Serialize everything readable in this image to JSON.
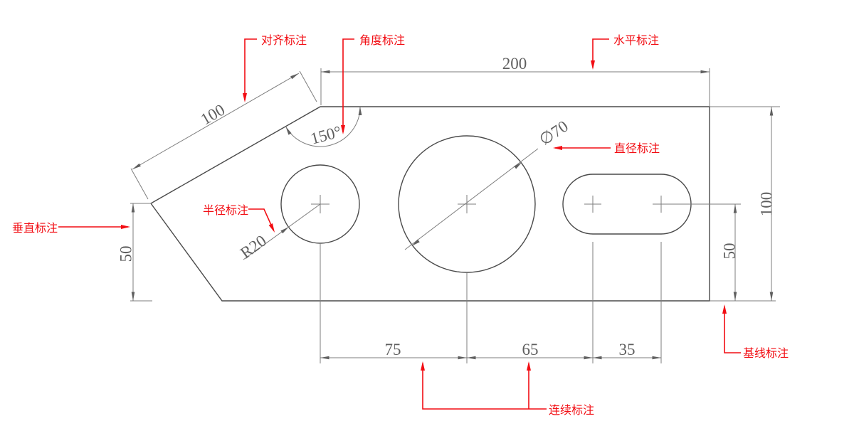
{
  "colors": {
    "background": "#ffffff",
    "geometry_line": "#4a4a4a",
    "dimension_line": "#7d7d7d",
    "dimension_text": "#5f5f5f",
    "annotation_red": "#f20d13"
  },
  "dimensions": {
    "aligned": {
      "value": "100",
      "label": "对齐标注"
    },
    "angular": {
      "value": "150°",
      "label": "角度标注"
    },
    "horizontal": {
      "value": "200",
      "label": "水平标注"
    },
    "diameter": {
      "value": "∅70",
      "label": "直径标注"
    },
    "radius": {
      "value": "R20",
      "label": "半径标注"
    },
    "vertical": {
      "value": "50",
      "label": "垂直标注"
    },
    "baseline": {
      "label": "基线标注",
      "slot_to_bottom": "50",
      "total_height": "100"
    },
    "continued": {
      "label": "连续标注",
      "values": [
        "75",
        "65",
        "35"
      ]
    }
  }
}
